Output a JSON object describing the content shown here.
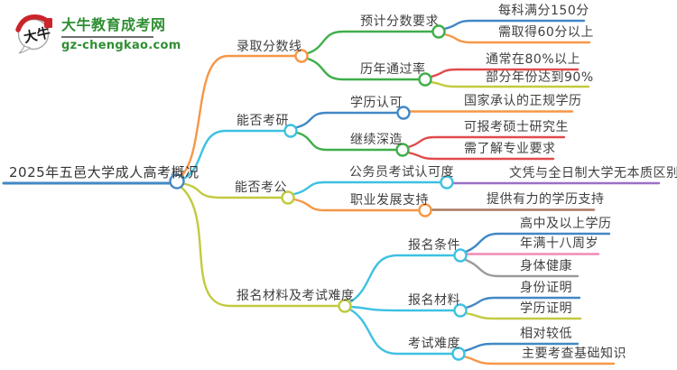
{
  "logo": {
    "icon_text": "大牛",
    "title": "大牛教育成考网",
    "domain": "gz-chengkao.com",
    "brand_color": "#2f8e33",
    "seal_color": "#c9252b"
  },
  "palette": {
    "blue": "#4288c5",
    "cyan": "#3ec1e2",
    "orange": "#f69746",
    "olive": "#c2ca3e",
    "green": "#3fae4a",
    "red": "#e14b4b",
    "purple": "#9a6fc6",
    "brown": "#aa7861",
    "pink": "#f18ab5",
    "gray": "#9a9a9a",
    "text": "#3f3f3f"
  },
  "mindmap": {
    "root": {
      "label": "2025年五邑大学成人高考概况"
    },
    "branches": [
      {
        "label": "录取分数线",
        "children": [
          {
            "label": "预计分数要求",
            "children": [
              {
                "label": "每科满分150分"
              },
              {
                "label": "需取得60分以上"
              }
            ]
          },
          {
            "label": "历年通过率",
            "children": [
              {
                "label": "通常在80%以上"
              },
              {
                "label": "部分年份达到90%"
              }
            ]
          }
        ]
      },
      {
        "label": "能否考研",
        "children": [
          {
            "label": "学历认可",
            "children": [
              {
                "label": "国家承认的正规学历"
              }
            ]
          },
          {
            "label": "继续深造",
            "children": [
              {
                "label": "可报考硕士研究生"
              },
              {
                "label": "需了解专业要求"
              }
            ]
          }
        ]
      },
      {
        "label": "能否考公",
        "children": [
          {
            "label": "公务员考试认可度",
            "children": [
              {
                "label": "文凭与全日制大学无本质区别"
              }
            ]
          },
          {
            "label": "职业发展支持",
            "children": [
              {
                "label": "提供有力的学历支持"
              }
            ]
          }
        ]
      },
      {
        "label": "报名材料及考试难度",
        "children": [
          {
            "label": "报名条件",
            "children": [
              {
                "label": "高中及以上学历"
              },
              {
                "label": "年满十八周岁"
              },
              {
                "label": "身体健康"
              }
            ]
          },
          {
            "label": "报名材料",
            "children": [
              {
                "label": "身份证明"
              },
              {
                "label": "学历证明"
              }
            ]
          },
          {
            "label": "考试难度",
            "children": [
              {
                "label": "相对较低"
              },
              {
                "label": "主要考查基础知识"
              }
            ]
          }
        ]
      }
    ]
  }
}
